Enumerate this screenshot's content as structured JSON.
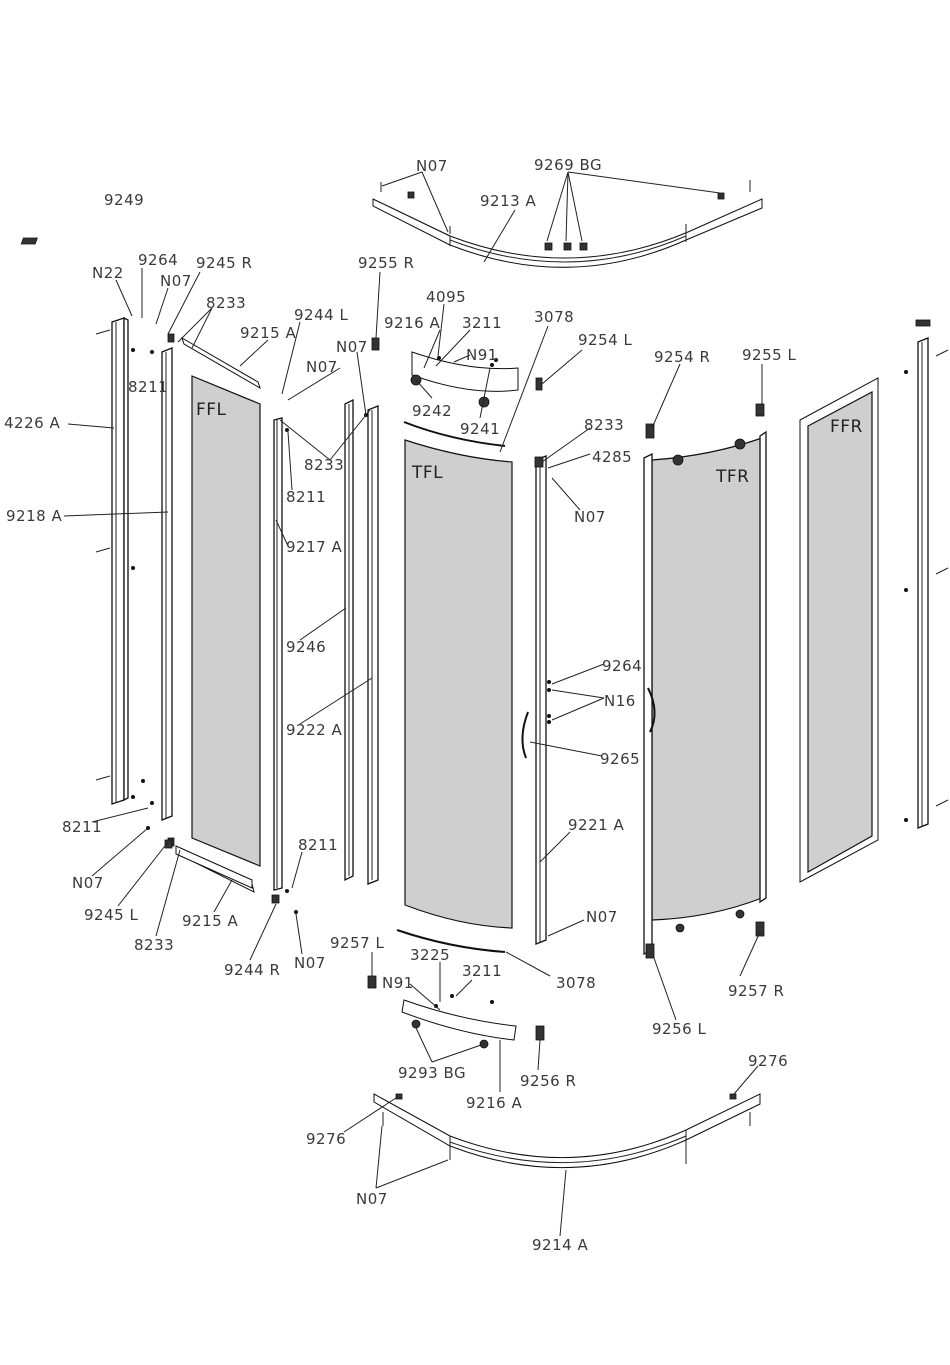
{
  "labels": {
    "n07_top": "N07",
    "bg9269": "9269 BG",
    "p9213a": "9213 A",
    "p9249": "9249",
    "p9264_top": "9264",
    "n22": "N22",
    "n07_left": "N07",
    "p9245r": "9245 R",
    "p9255r": "9255 R",
    "p8233_a": "8233",
    "p9215a_top": "9215 A",
    "p9244l": "9244 L",
    "p4095": "4095",
    "p3078_top": "3078",
    "p9216a_top": "9216 A",
    "p3211_top": "3211",
    "p9254l": "9254 L",
    "n07_mid": "N07",
    "n91_top": "N91",
    "p9254r": "9254 R",
    "p9255l": "9255 L",
    "p8211_a": "8211",
    "n07_b": "N07",
    "p9242": "9242",
    "p9241": "9241",
    "p4226a": "4226 A",
    "p8233_b": "8233",
    "p8233_c": "8233",
    "p4285": "4285",
    "p8211_b": "8211",
    "n07_c": "N07",
    "p9218a": "9218 A",
    "p9217a": "9217 A",
    "p9246": "9246",
    "p9264_mid": "9264",
    "n16": "N16",
    "p9222a": "9222 A",
    "p9265": "9265",
    "p8211_c": "8211",
    "p9221a": "9221 A",
    "p8211_d": "8211",
    "n07_d": "N07",
    "p9245l": "9245 L",
    "p9215a_bot": "9215 A",
    "n07_e": "N07",
    "p8233_d": "8233",
    "p9244r": "9244 R",
    "n07_f": "N07",
    "p9257l": "9257 L",
    "p3225": "3225",
    "p3211_bot": "3211",
    "p3078_bot": "3078",
    "n91_bot": "N91",
    "p9257r": "9257 R",
    "p9256l": "9256 L",
    "p9293bg": "9293 BG",
    "p9256r": "9256 R",
    "p9216a_bot": "9216 A",
    "p9276_r": "9276",
    "p9276_l": "9276",
    "n07_g": "N07",
    "p9214a": "9214 A"
  },
  "panels": {
    "ffl": "FFL",
    "tfl": "TFL",
    "tfr": "TFR",
    "ffr": "FFR"
  },
  "colors": {
    "line": "#222222",
    "glass": "#cfcfcf",
    "label": "#3a3a3a"
  }
}
